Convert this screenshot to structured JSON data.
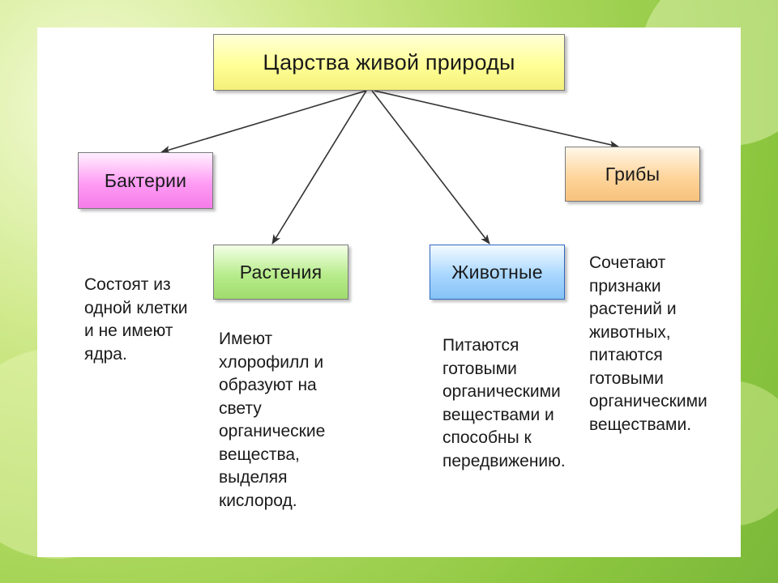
{
  "title": "Царства живой природы",
  "kingdoms": [
    {
      "name": "Бактерии",
      "description": [
        "Состоят из",
        "одной клетки",
        "и не имеют",
        "ядра."
      ]
    },
    {
      "name": "Растения",
      "description": [
        "Имеют",
        "хлорофилл и",
        "образуют на",
        "свету",
        "органические",
        "вещества,",
        "выделяя",
        "кислород."
      ]
    },
    {
      "name": "Животные",
      "description": [
        "Питаются",
        "готовыми",
        "органическими",
        "веществами и",
        "способны к",
        "передвижению."
      ]
    },
    {
      "name": "Грибы",
      "description": [
        "Сочетают",
        "признаки",
        "растений и",
        "животных,",
        "питаются",
        "готовыми",
        "органическими",
        "веществами."
      ]
    }
  ],
  "colors": {
    "root": "#ffff96",
    "bacteria": "#ff9cf4",
    "plants": "#b8ec8c",
    "animals": "#a9d7ff",
    "fungi": "#fed59c",
    "arrow": "#333333"
  }
}
